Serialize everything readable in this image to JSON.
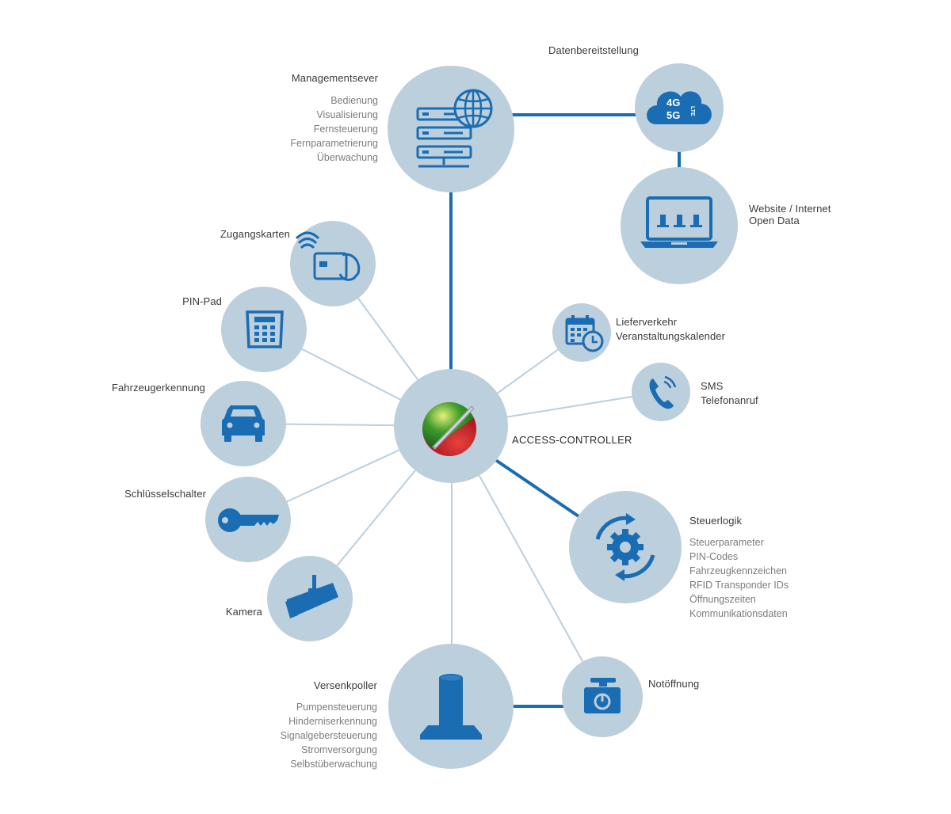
{
  "nodes": {
    "access_controller": {
      "title": "ACCESS-CONTROLLER",
      "icon": "traffic-light-logo-icon"
    },
    "managementserver": {
      "title": "Managementsever",
      "items": [
        "Bedienung",
        "Visualisierung",
        "Fernsteuerung",
        "Fernparametrierung",
        "Überwachung"
      ],
      "icon": "server-globe-icon"
    },
    "datenbereitstellung": {
      "title": "Datenbereitstellung",
      "icon": "cloud-4g-5g-lte-icon",
      "cloud_text": [
        "4G",
        "5G",
        "LTE"
      ]
    },
    "website": {
      "lines": [
        "Website / Internet",
        "Open Data"
      ],
      "icon": "laptop-bollards-icon"
    },
    "zugangskarten": {
      "title": "Zugangskarten",
      "icon": "contactless-card-icon"
    },
    "pinpad": {
      "title": "PIN-Pad",
      "icon": "keypad-icon"
    },
    "fahrzeugerkennung": {
      "title": "Fahrzeugerkennung",
      "icon": "car-icon"
    },
    "schluesselschalter": {
      "title": "Schlüsselschalter",
      "icon": "key-icon"
    },
    "kamera": {
      "title": "Kamera",
      "icon": "camera-icon"
    },
    "kalender": {
      "lines": [
        "Lieferverkehr",
        "Veranstaltungskalender"
      ],
      "icon": "calendar-clock-icon"
    },
    "telefon": {
      "lines": [
        "SMS",
        "Telefonanruf"
      ],
      "icon": "phone-icon"
    },
    "steuerlogik": {
      "title": "Steuerlogik",
      "items": [
        "Steuerparameter",
        "PIN-Codes",
        "Fahrzeugkennzeichen",
        "RFID Transponder IDs",
        "Öffnungszeiten",
        "Kommunikationsdaten"
      ],
      "icon": "gear-cycle-icon"
    },
    "versenkpoller": {
      "title": "Versenkpoller",
      "items": [
        "Pumpensteuerung",
        "Hinderniserkennung",
        "Signalgebersteuerung",
        "Stromversorgung",
        "Selbstüberwachung"
      ],
      "icon": "bollard-icon"
    },
    "notoeffnung": {
      "title": "Notöffnung",
      "icon": "emergency-button-icon"
    }
  },
  "colors": {
    "circle": "#bccfdc",
    "accent": "#1a6cb3",
    "thin_line": "#bccfdc",
    "green": "#2e8b2e",
    "red": "#c8242b"
  }
}
